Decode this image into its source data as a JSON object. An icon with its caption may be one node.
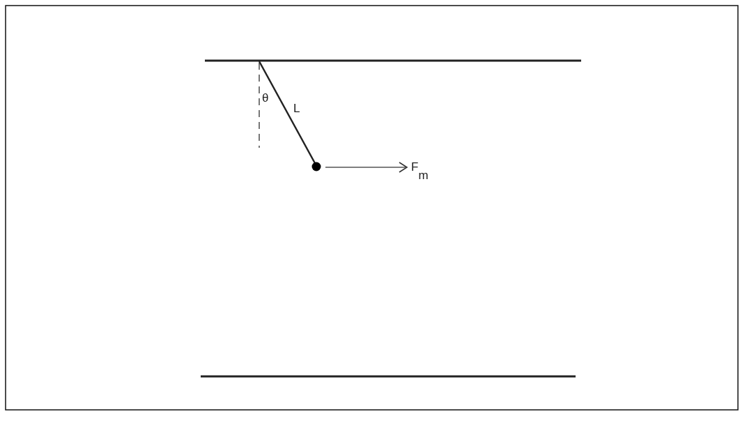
{
  "diagram": {
    "labels": [
      "θ",
      "L",
      "F$_{m}$"
    ]
  }
}
